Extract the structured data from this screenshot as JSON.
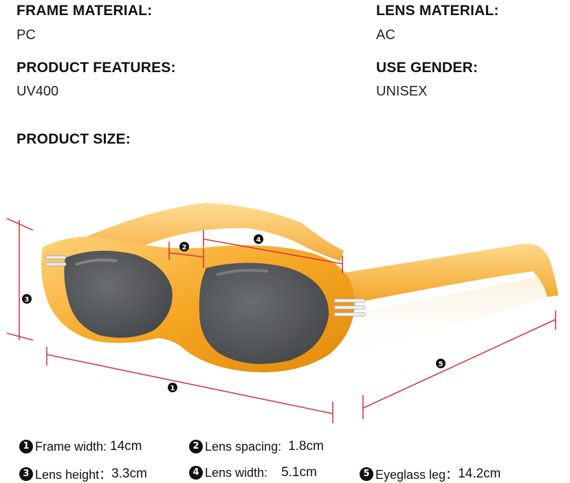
{
  "specs": {
    "frame_material": {
      "label": "FRAME MATERIAL:",
      "value": "PC"
    },
    "lens_material": {
      "label": "LENS MATERIAL:",
      "value": "AC"
    },
    "product_features": {
      "label": "PRODUCT FEATURES:",
      "value": "UV400"
    },
    "use_gender": {
      "label": "USE GENDER:",
      "value": "UNISEX"
    },
    "product_size": {
      "label": "PRODUCT SIZE:"
    }
  },
  "diagram_markers": [
    "1",
    "2",
    "3",
    "4",
    "5"
  ],
  "measurements": [
    {
      "num": "1",
      "label": "Frame width: ",
      "value": "14cm"
    },
    {
      "num": "2",
      "label": "Lens spacing:  ",
      "value": "1.8cm"
    },
    {
      "num": "3",
      "label": "Lens height：",
      "value": "3.3cm"
    },
    {
      "num": "4",
      "label": "Lens width:    ",
      "value": "5.1cm"
    },
    {
      "num": "5",
      "label": "Eyeglass leg：",
      "value": "14.2cm"
    }
  ],
  "colors": {
    "frame": "#f5a623",
    "frame_light": "#ffc34d",
    "lens": "#55585c",
    "dimension_line": "#d9363e"
  }
}
